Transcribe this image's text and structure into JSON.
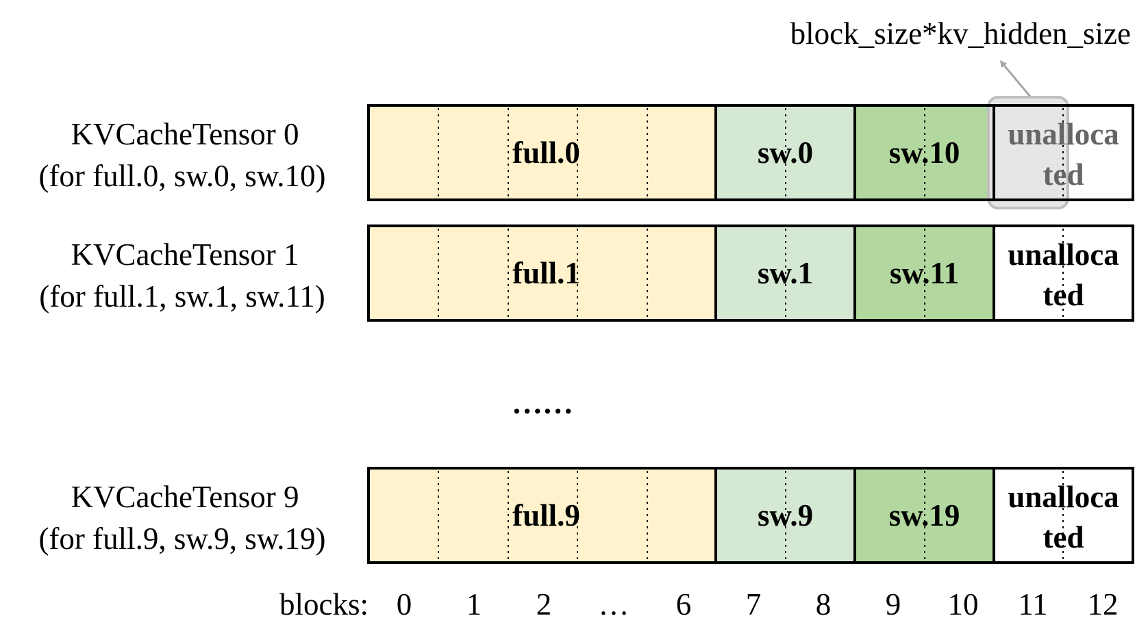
{
  "annotation": "block_size*kv_hidden_size",
  "ellipsis": "……",
  "blocks_label": "blocks:",
  "block_ticks": [
    "0",
    "1",
    "2",
    "…",
    "6",
    "7",
    "8",
    "9",
    "10",
    "11",
    "12"
  ],
  "unallocated_lines": [
    "unalloca",
    "ted"
  ],
  "colors": {
    "full": "#fff2cc",
    "sw_light": "#d5e8d4",
    "sw_dark": "#b2d8a0",
    "unallocated": "#ffffff",
    "highlight": "#e6e6e6",
    "highlight_border": "#bfbfbf",
    "arrow": "#a6a6a6"
  },
  "tensors": [
    {
      "name": "KVCacheTensor 0",
      "sub": "(for full.0, sw.0, sw.10)",
      "full": "full.0",
      "sw_a": "sw.0",
      "sw_b": "sw.10",
      "highlight_unallocated": true
    },
    {
      "name": "KVCacheTensor 1",
      "sub": "(for full.1, sw.1, sw.11)",
      "full": "full.1",
      "sw_a": "sw.1",
      "sw_b": "sw.11",
      "highlight_unallocated": false
    },
    {
      "name": "KVCacheTensor 9",
      "sub": "(for full.9, sw.9, sw.19)",
      "full": "full.9",
      "sw_a": "sw.9",
      "sw_b": "sw.19",
      "highlight_unallocated": false
    }
  ]
}
